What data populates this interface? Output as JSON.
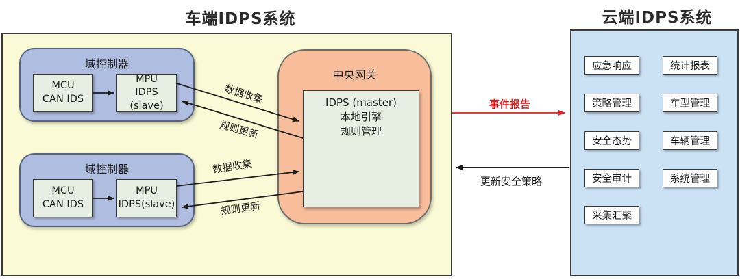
{
  "vehicle": {
    "title": "车端IDPS系统",
    "domain_controller_1": {
      "label": "域控制器",
      "mcu_line1": "MCU",
      "mcu_line2": "CAN IDS",
      "mpu_line1": "MPU",
      "mpu_line2": "IDPS (slave)"
    },
    "domain_controller_2": {
      "label": "域控制器",
      "mcu_line1": "MCU",
      "mcu_line2": "CAN IDS",
      "mpu_line1": "MPU",
      "mpu_line2": "IDPS(slave)"
    },
    "gateway": {
      "label": "中央网关",
      "master_line1": "IDPS (master)",
      "master_line2": "本地引擎",
      "master_line3": "规则管理"
    },
    "flows": {
      "data_collect_1": "数据收集",
      "rule_update_1": "规则更新",
      "data_collect_2": "数据收集",
      "rule_update_2": "规则更新"
    }
  },
  "cloud": {
    "title": "云端IDPS系统",
    "modules": [
      "应急响应",
      "统计报表",
      "策略管理",
      "车型管理",
      "安全态势",
      "车辆管理",
      "安全审计",
      "系统管理",
      "采集汇聚"
    ]
  },
  "links": {
    "event_report": "事件报告",
    "update_policy": "更新安全策略"
  },
  "colors": {
    "vehicle_panel_bg": "#FAFAD6",
    "cloud_panel_bg": "#CBE1F4",
    "domain_controller_bg": "#AFBDE0",
    "gateway_bg": "#F8BE9B",
    "engine_box_bg": "#E7EEE2",
    "module_bg": "#FFFFFF",
    "event_report_accent": "#DD2020",
    "wire_color": "#1d1d1d"
  }
}
